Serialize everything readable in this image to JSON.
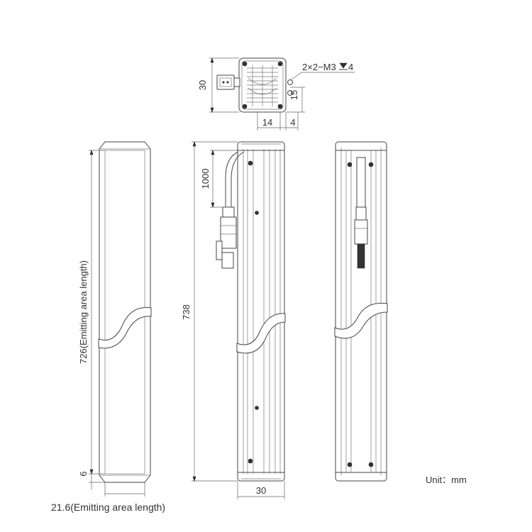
{
  "dimensions": {
    "top_height": "30",
    "top_mount_height": "15",
    "top_width_a": "14",
    "top_width_b": "4",
    "thread_note": "2×2−M3",
    "thread_depth": "4",
    "cable_length": "1000",
    "emitting_length": "726(Emitting area length)",
    "total_length": "738",
    "end_offset": "6",
    "emitting_width": "21.6(Emitting area length)",
    "body_width": "30"
  },
  "unit_label": "Unit：mm"
}
